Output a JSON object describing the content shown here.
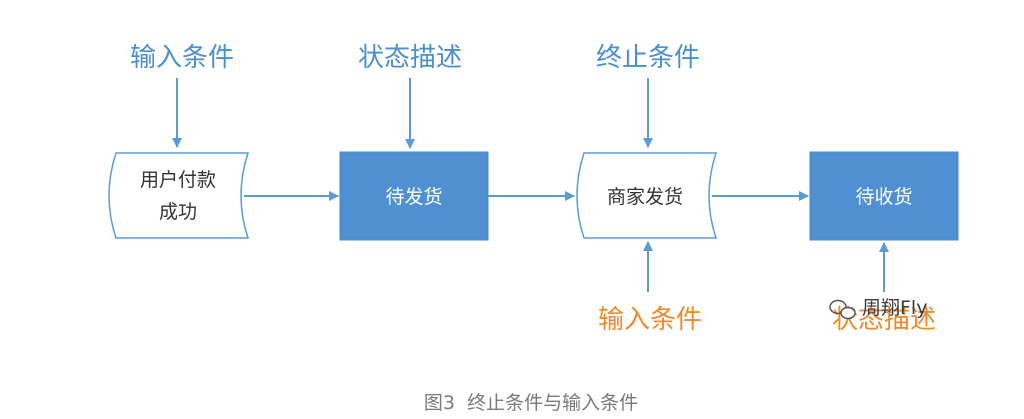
{
  "top_labels": {
    "input_condition": "输入条件",
    "state_description": "状态描述",
    "terminate_condition": "终止条件"
  },
  "bottom_labels": {
    "input_condition": "输入条件",
    "state_description": "状态描述"
  },
  "nodes": {
    "payment_line1": "用户付款",
    "payment_line2": "成功",
    "to_ship": "待发货",
    "merchant_ship": "商家发货",
    "to_receive": "待收货"
  },
  "watermark": "周翔Fly",
  "caption": "图3  终止条件与输入条件",
  "colors": {
    "blue_fill": "#4f90d2",
    "blue_text": "#4a8fd0",
    "orange_text": "#f08a2c",
    "stroke": "#5b9bd5"
  }
}
